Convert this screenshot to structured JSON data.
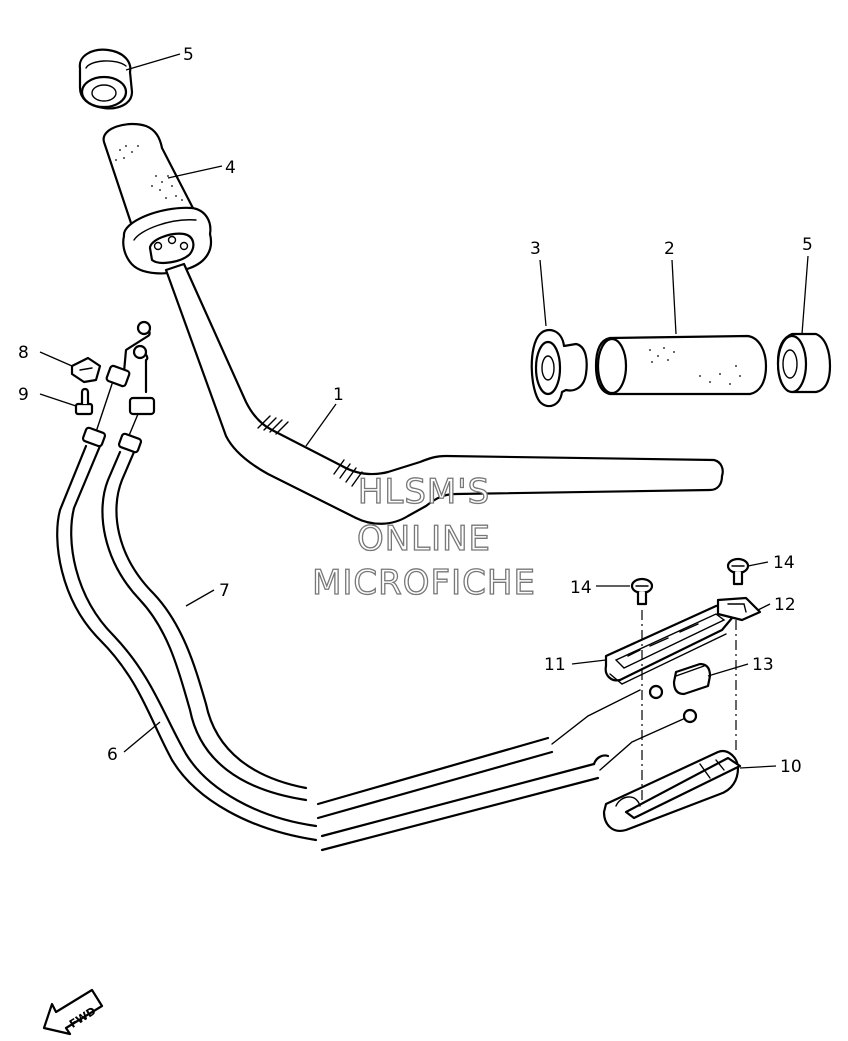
{
  "diagram": {
    "callouts": [
      {
        "id": "callout-5-top",
        "text": "5"
      },
      {
        "id": "callout-4",
        "text": "4"
      },
      {
        "id": "callout-3",
        "text": "3"
      },
      {
        "id": "callout-2",
        "text": "2"
      },
      {
        "id": "callout-5-right",
        "text": "5"
      },
      {
        "id": "callout-1",
        "text": "1"
      },
      {
        "id": "callout-8",
        "text": "8"
      },
      {
        "id": "callout-9",
        "text": "9"
      },
      {
        "id": "callout-7",
        "text": "7"
      },
      {
        "id": "callout-6",
        "text": "6"
      },
      {
        "id": "callout-14-left",
        "text": "14"
      },
      {
        "id": "callout-14-right",
        "text": "14"
      },
      {
        "id": "callout-12",
        "text": "12"
      },
      {
        "id": "callout-11",
        "text": "11"
      },
      {
        "id": "callout-13",
        "text": "13"
      },
      {
        "id": "callout-10",
        "text": "10"
      }
    ],
    "watermark": [
      "HLSM'S",
      "ONLINE",
      "MICROFICHE"
    ],
    "fwd_label": "FWD"
  }
}
